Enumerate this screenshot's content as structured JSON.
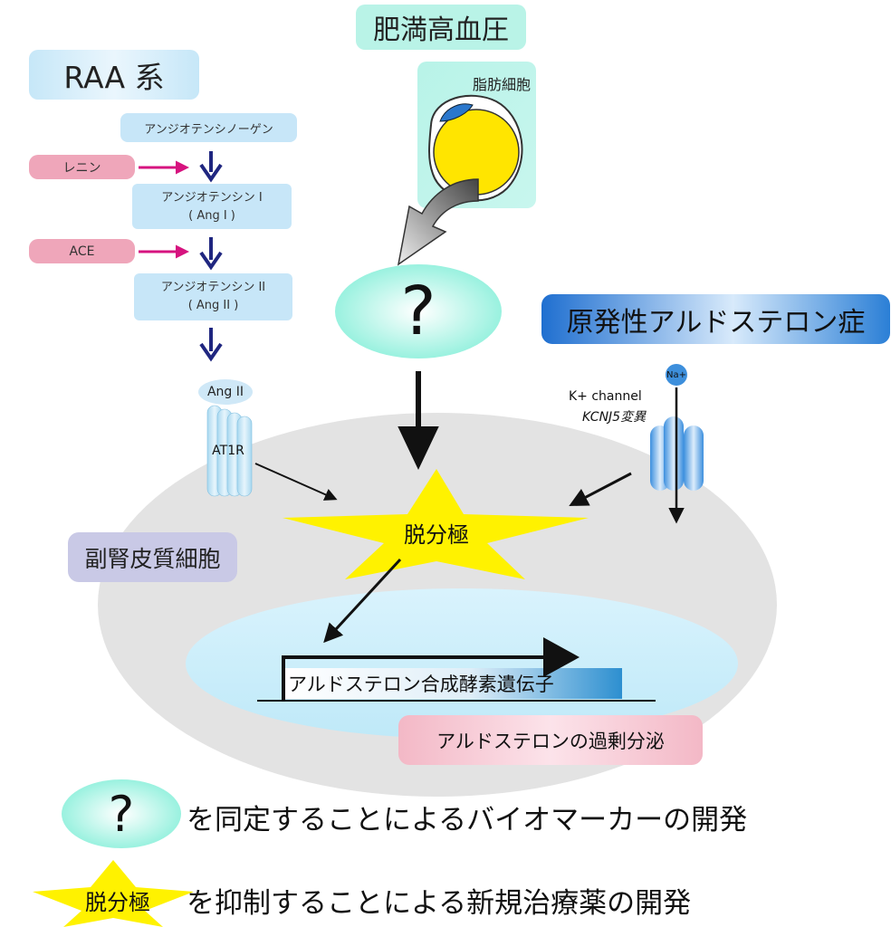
{
  "headings": {
    "raa": "RAA 系",
    "obesity_htn": "肥満高血圧",
    "primary_aldo": "原発性アルドステロン症",
    "adrenal_cell": "副腎皮質細胞"
  },
  "raa_cascade": {
    "angiotensinogen": "アンジオテンシノーゲン",
    "renin": "レニン",
    "ang1_line1": "アンジオテンシン I",
    "ang1_line2": "( Ang I )",
    "ace": "ACE",
    "ang2_line1": "アンジオテンシン II",
    "ang2_line2": "( Ang II )",
    "ang2_ligand": "Ang II",
    "receptor": "AT1R"
  },
  "adipocyte": {
    "label": "脂肪細胞"
  },
  "unknown_factor": "?",
  "channel": {
    "ion": "Na+",
    "name": "K+ channel",
    "mutation": "KCNJ5変異"
  },
  "depolarization": "脱分極",
  "gene": "アルドステロン合成酵素遺伝子",
  "outcome": "アルドステロンの過剰分泌",
  "legend": {
    "unknown_symbol": "?",
    "biomarker_text": "を同定することによるバイオマーカーの開発",
    "star_label": "脱分極",
    "drug_text": "を抑制することによる新規治療薬の開発"
  },
  "colors": {
    "cell_gray": "#e3e3e3",
    "nucleus_cyan": "#cdeefa",
    "mint": "#aaf2e6",
    "star_yellow": "#fff200",
    "arrow_navy": "#1f2680",
    "arrow_magenta": "#d6137f",
    "primary_blue": "#2b7fd6",
    "adrenal_lavender": "#c9c9e6"
  }
}
